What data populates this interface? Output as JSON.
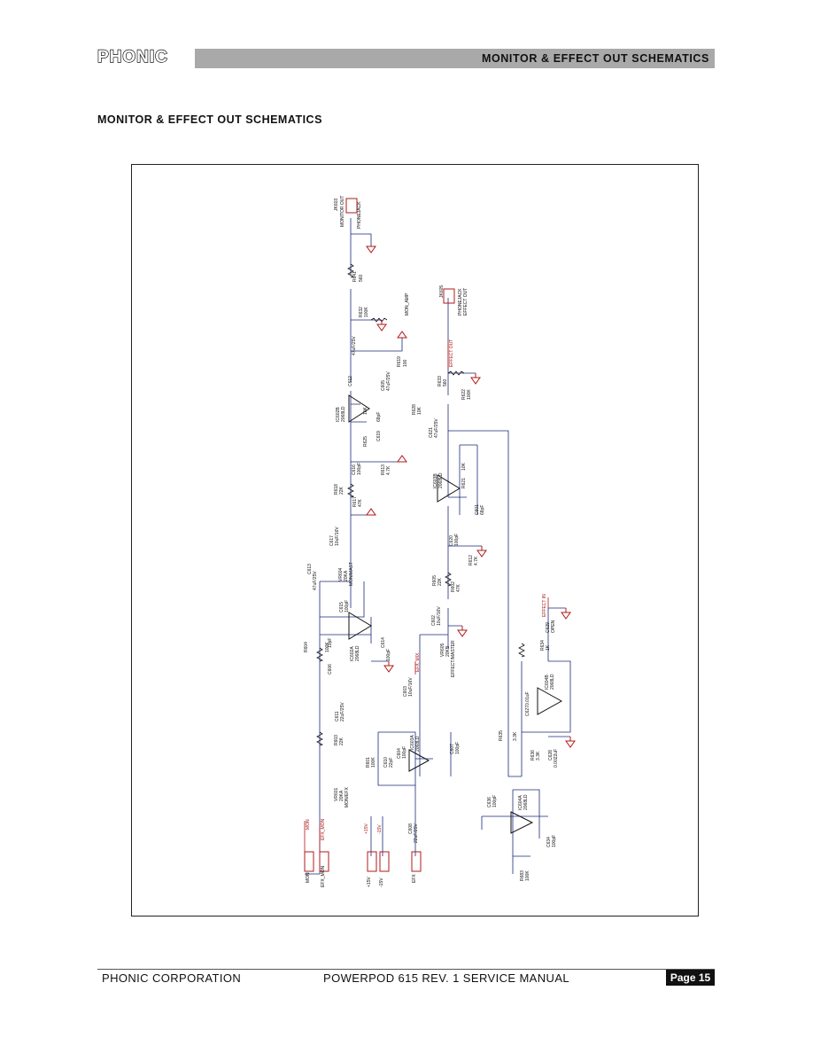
{
  "header": {
    "logo_text": "PHONIC",
    "title": "MONITOR & EFFECT  OUT  SCHEMATICS"
  },
  "section_title": "MONITOR & EFFECT  OUT  SCHEMATICS",
  "schematic": {
    "labels": {
      "jack_top_ref": "JK603",
      "jack_top_name": "MONITOR OUT",
      "jack_top_type": "PHONEJACK",
      "r641": "R641",
      "r641_val": "560",
      "r632": "R632",
      "r632_val": "100K",
      "c612": "C612",
      "c612_val": "47uF/25V",
      "mon_amp": "MON_AMP",
      "r619": "R619",
      "r619_val": "100",
      "c605": "C605",
      "c605_val": "47uF/25V",
      "r628": "R628",
      "r628_val": "10K",
      "ic602b": "IC602B",
      "ic602b_part": "2068LD",
      "r625": "R625",
      "r625_val": "10K",
      "c619": "C619",
      "c619_val": "68pF",
      "c616": "C616",
      "c616_val": "100pF",
      "r613": "R613",
      "r613_val": "4.7K",
      "r618": "R618",
      "r618_val": "22K",
      "r617": "R617",
      "r617_val": "47K",
      "c617": "C617",
      "c617_val": "10uF/16V",
      "vr604": "VR604",
      "vr604_val": "20KA",
      "vr604_name": "MON/MAST",
      "c613": "C613",
      "c613_val": "47uF/25V",
      "c615": "C615",
      "c615_val": "100pF",
      "jack_eff_ref": "JK605",
      "jack_eff_name": "EFFECT OUT",
      "jack_eff_type": "PHONEJACK",
      "effect_out_net": "EFFECT OUT",
      "r633": "R633",
      "r633_val": "560",
      "r622": "R622",
      "r622_val": "100K",
      "c621": "C621",
      "c621_val": "47uF/25V",
      "ic603b": "IC603B",
      "ic603b_part": "2068LD",
      "r621": "R621",
      "r621_val": "10K",
      "c601": "C601",
      "c601_val": "68pF",
      "c620": "C620",
      "c620_val": "100pF",
      "r612": "R612",
      "r612_val": "4.7K",
      "r605": "R605",
      "r605_val": "22K",
      "r602": "R602",
      "r602_val": "47K",
      "c602": "C602",
      "c602_val": "10uF/16V",
      "vr605": "VR605",
      "vr605_val": "20KB",
      "vr605_name": "EFFECT/MASTER",
      "efx_mix": "EFX_MIX",
      "c603": "C603",
      "c603_val": "10uF/16V",
      "ic603a": "IC603A",
      "ic603a_part": "2068LD",
      "c607": "C607",
      "c607_val": "100pF",
      "c610": "C610",
      "c610_val": "22pF",
      "r601": "R601",
      "r601_val": "100K",
      "c604": "C604",
      "c604_val": "100pF",
      "ic602a": "IC602A",
      "ic602a_part": "2068LD",
      "c611": "C611",
      "c611_val": "22uF/25V",
      "r604": "R604",
      "r604_val": "100K",
      "c606": "C606",
      "c606_val": "10pF",
      "c614": "C614",
      "c614_val": "100pF",
      "r603": "R603",
      "r603_val": "22K",
      "vr601": "VR601",
      "vr601_val": "20KA",
      "vr601_name": "MON/EFX",
      "c608": "C608",
      "c608_val": "22uF/25V",
      "efx_pin": "EFX",
      "mon_net": "MON",
      "mon_pin": "MON",
      "efx_mon_net": "EFX_MON",
      "efx_mon_pin": "EFX_MON",
      "v15p": "+15V",
      "v15n": "-15V",
      "v15p_pin": "+15V",
      "v15n_pin": "-15V",
      "ic604a": "IC604A",
      "ic604a_part": "2068LD",
      "c636": "C636",
      "c636_val": "100pF",
      "c634": "C634",
      "c634_val": "100pF",
      "r683": "R683",
      "r683_val": "100K",
      "ic604b": "IC604B",
      "ic604b_part": "2068LD",
      "r634": "R634",
      "r634_val": "1K",
      "c629": "C629",
      "c629_val": "OPEN",
      "effect_in": "EFFECT IN",
      "c627": "C627",
      "c627_val": "0.01uF",
      "r635": "R635",
      "r635_val": "3.3K",
      "r636": "R636",
      "r636_val": "3.3K",
      "c628": "C628",
      "c628_val": "0.0022uF"
    }
  },
  "footer": {
    "company": "PHONIC CORPORATION",
    "manual": "POWERPOD 615  REV. 1  SERVICE MANUAL",
    "page": "Page 15"
  }
}
